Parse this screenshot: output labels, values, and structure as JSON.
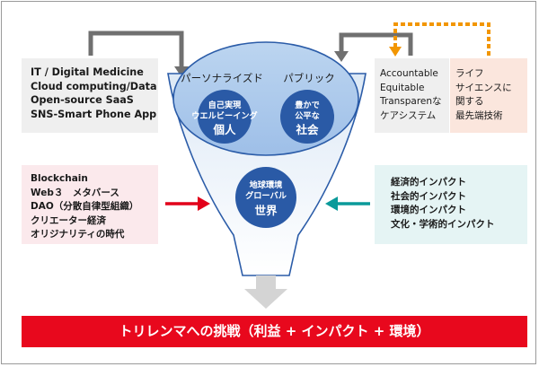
{
  "box_top_left": {
    "lines": [
      "IT / Digital Medicine",
      "Cloud computing/Data",
      "Open-source SaaS",
      "SNS-Smart Phone App"
    ]
  },
  "box_top_right_1": {
    "lines": [
      "Accountable",
      "Equitable",
      "Transparenな",
      "ケアシステム"
    ]
  },
  "box_top_right_2": {
    "lines": [
      "ライフ",
      "サイエンスに",
      "関する",
      "最先端技術"
    ]
  },
  "box_mid_left": {
    "lines": [
      "Blockchain",
      "Web３　メタバース",
      "DAO（分散自律型組織）",
      "クリエーター経済",
      "オリジナリティの時代"
    ]
  },
  "box_mid_right": {
    "lines": [
      "経済的インパクト",
      "社会的インパクト",
      "環境的インパクト",
      "文化・学術的インパクト"
    ]
  },
  "funnel": {
    "label_personalized": "パーソナライズド",
    "label_public": "パブリック",
    "circle_individual": {
      "lines": [
        "自己実現",
        "ウエルビーイング"
      ],
      "main": "個人"
    },
    "circle_society": {
      "lines": [
        "豊かで",
        "公平な"
      ],
      "main": "社会"
    },
    "circle_world": {
      "lines": [
        "地球環境",
        "グローバル"
      ],
      "main": "世界"
    }
  },
  "bottom_banner": "トリレンマへの挑戦（利益 + インパクト + 環境）",
  "colors": {
    "circle_fill": "#2a5aa6",
    "funnel_top_fill": "#a9c8ec",
    "bar_red": "#e8081d",
    "arrow_gray": "#707070",
    "arrow_orange": "#f29600",
    "arrow_red": "#e2001a",
    "arrow_teal": "#0a9a9a"
  }
}
